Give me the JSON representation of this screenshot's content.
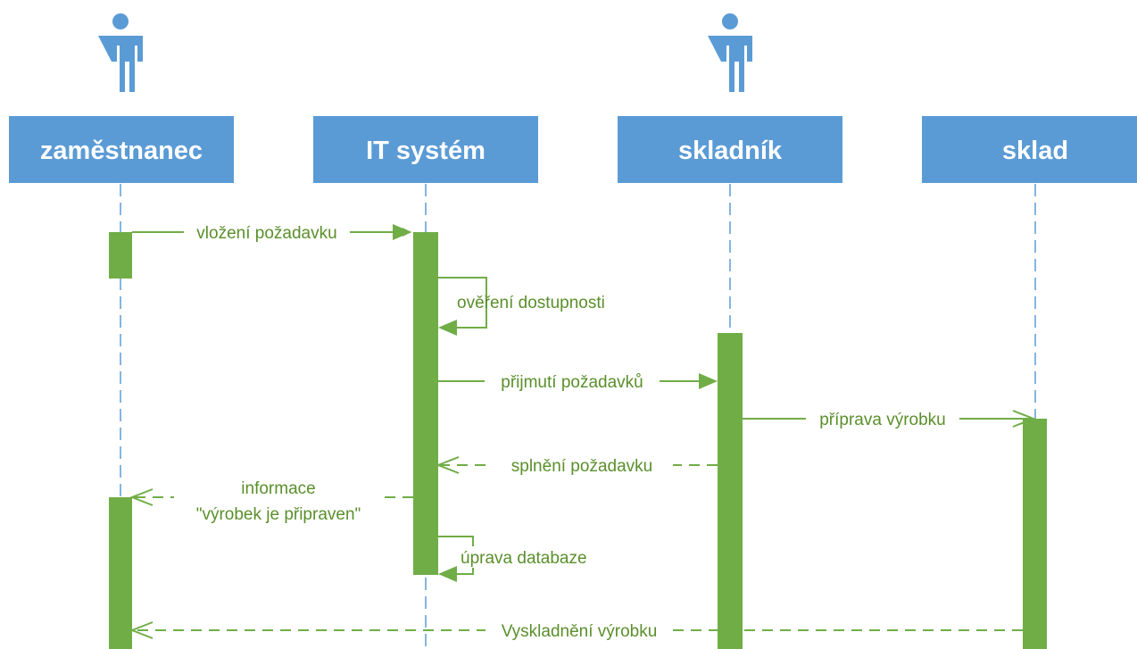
{
  "colors": {
    "header": "#5b9bd5",
    "lifeline": "#5b9bd5",
    "actor": "#5b9bd5",
    "activation": "#70ad47",
    "message": "#70ad47",
    "message_text": "#5a8f2b"
  },
  "participants": [
    {
      "label": "zaměstnanec",
      "actor": true
    },
    {
      "label": "IT systém",
      "actor": false
    },
    {
      "label": "skladník",
      "actor": true
    },
    {
      "label": "sklad",
      "actor": false
    }
  ],
  "messages": [
    {
      "label": "vložení požadavku",
      "from": "zaměstnanec",
      "to": "IT systém",
      "style": "solid"
    },
    {
      "label": "ověření dostupnosti",
      "from": "IT systém",
      "to": "IT systém",
      "style": "self"
    },
    {
      "label": "přijmutí požadavků",
      "from": "IT systém",
      "to": "skladník",
      "style": "solid"
    },
    {
      "label": "příprava výrobku",
      "from": "skladník",
      "to": "sklad",
      "style": "solid"
    },
    {
      "label": "splnění požadavku",
      "from": "skladník",
      "to": "IT systém",
      "style": "dashed"
    },
    {
      "label_lines": [
        "informace",
        "\"výrobek je připraven\""
      ],
      "from": "IT systém",
      "to": "zaměstnanec",
      "style": "dashed"
    },
    {
      "label": "úprava databaze",
      "from": "IT systém",
      "to": "IT systém",
      "style": "self"
    },
    {
      "label": "Vyskladnění výrobku",
      "from": "sklad",
      "to": "zaměstnanec",
      "style": "dashed"
    }
  ]
}
